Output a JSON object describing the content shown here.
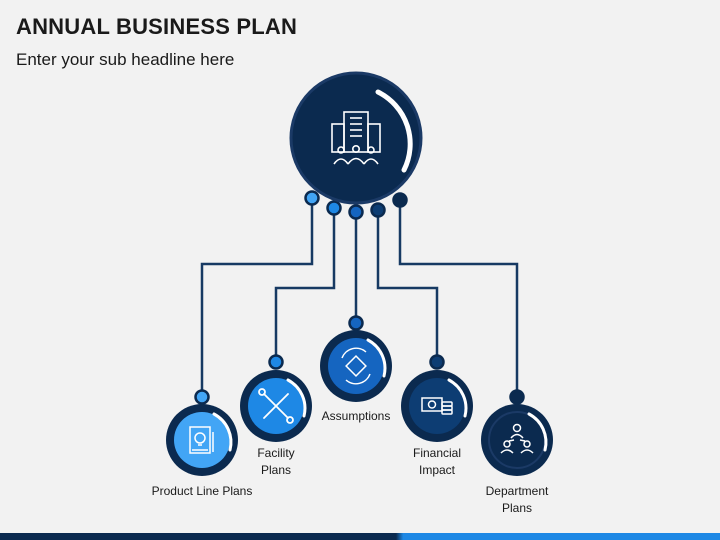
{
  "header": {
    "title": "ANNUAL BUSINESS PLAN",
    "subtitle": "Enter your sub headline here"
  },
  "hub": {
    "icon": "office-building-team-icon"
  },
  "nodes": [
    {
      "label": "Product Line Plans",
      "icon": "product-idea-icon"
    },
    {
      "label": "Facility Plans",
      "icon": "tools-icon"
    },
    {
      "label": "Assumptions",
      "icon": "puzzle-cycle-icon"
    },
    {
      "label": "Financial Impact",
      "icon": "money-icon"
    },
    {
      "label": "Department Plans",
      "icon": "org-chart-icon"
    }
  ],
  "colors": {
    "navy": "#0b2a4f",
    "dark_blue": "#0d3d73",
    "mid_blue": "#1565c0",
    "bright_blue": "#1e88e5",
    "light_blue": "#42a5f5",
    "line": "#173a63"
  }
}
